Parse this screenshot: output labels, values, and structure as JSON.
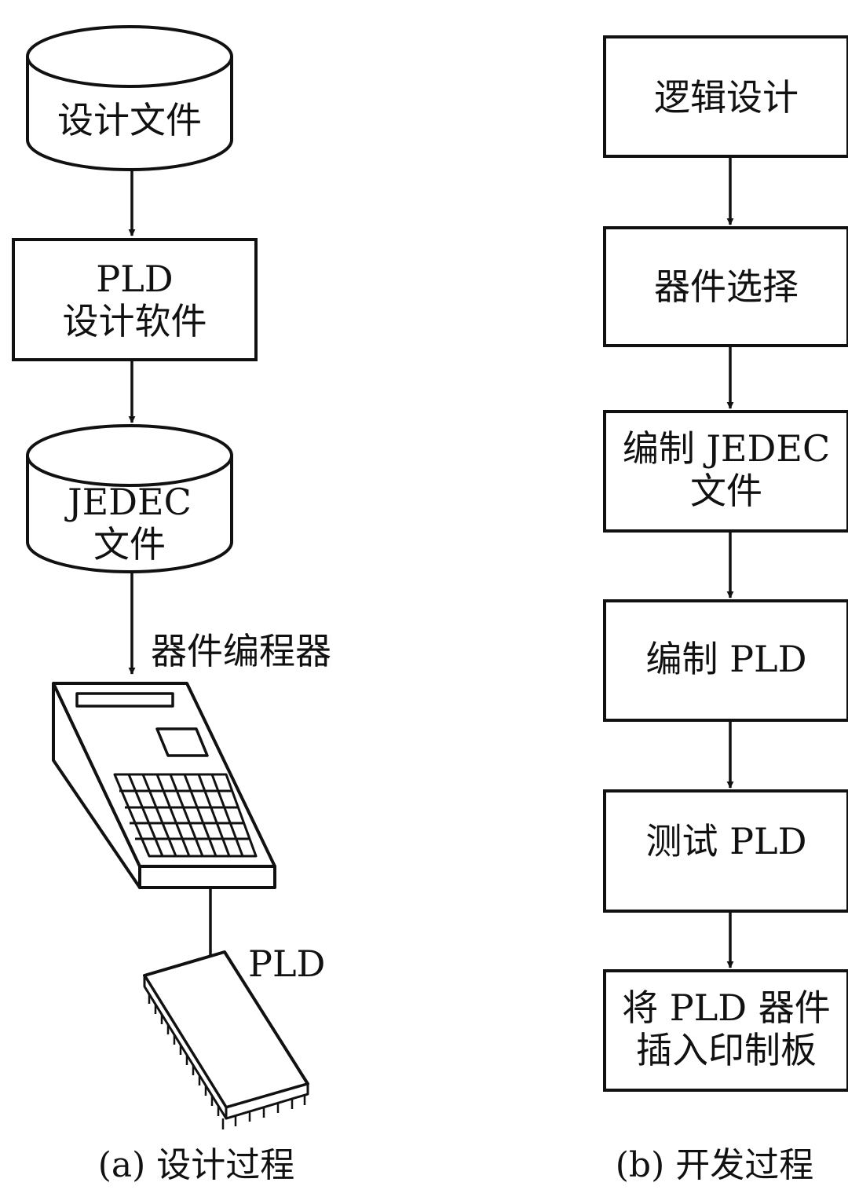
{
  "left": {
    "design_file": "设计文件",
    "pld_software_line1": "PLD",
    "pld_software_line2": "设计软件",
    "jedec_file_line1": "JEDEC",
    "jedec_file_line2": "文件",
    "programmer_label": "器件编程器",
    "pld_label": "PLD",
    "caption": "(a) 设计过程"
  },
  "right": {
    "steps": [
      {
        "line1": "逻辑设计",
        "line2": ""
      },
      {
        "line1": "器件选择",
        "line2": ""
      },
      {
        "line1": "编制 JEDEC",
        "line2": "文件"
      },
      {
        "line1": "编制 PLD",
        "line2": ""
      },
      {
        "line1": "测试 PLD",
        "line2": ""
      },
      {
        "line1": "将 PLD 器件",
        "line2": "插入印制板"
      }
    ],
    "caption": "(b) 开发过程"
  }
}
